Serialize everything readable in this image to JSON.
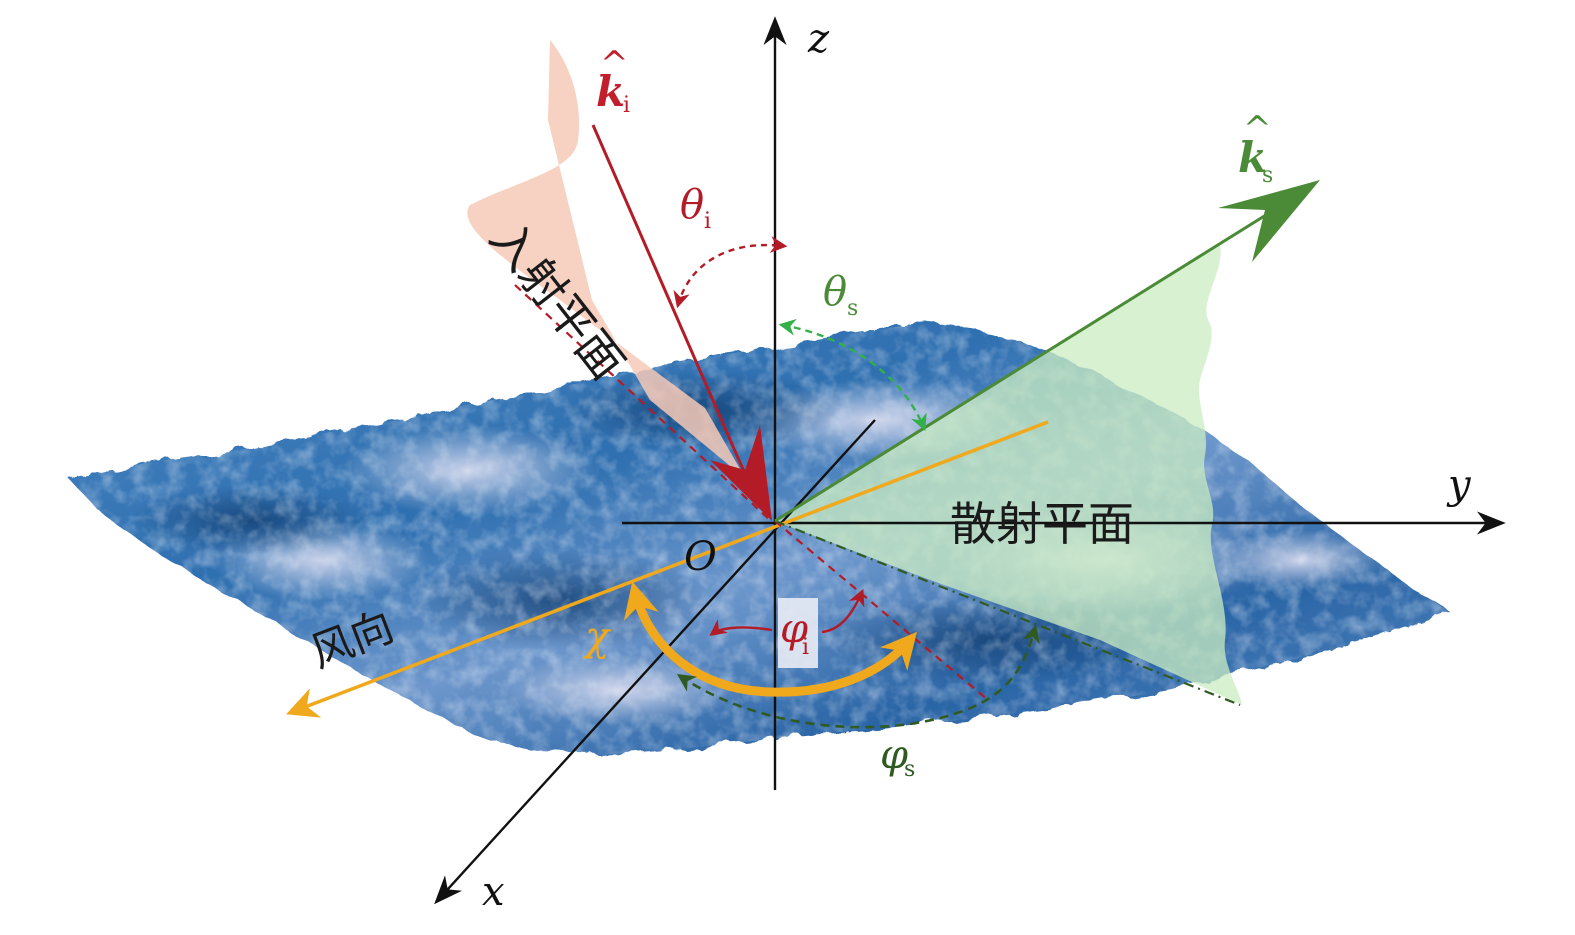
{
  "diagram": {
    "axes": {
      "x": "x",
      "y": "y",
      "z": "z",
      "origin": "O"
    },
    "incident": {
      "vector_symbol": "k",
      "vector_hat": "^",
      "vector_subscript": "i",
      "polar_symbol": "θ",
      "polar_subscript": "i",
      "azimuth_symbol": "φ",
      "azimuth_subscript": "i",
      "plane_label": "入射平面"
    },
    "scattered": {
      "vector_symbol": "k",
      "vector_hat": "^",
      "vector_subscript": "s",
      "polar_symbol": "θ",
      "polar_subscript": "s",
      "azimuth_symbol": "φ",
      "azimuth_subscript": "s",
      "plane_label": "散射平面"
    },
    "wind": {
      "label": "风向",
      "angle_symbol": "χ"
    },
    "colors": {
      "incident": "#c21f2c",
      "incident_plane": "#f6c9b7",
      "scattered": "#4b8a36",
      "scattered_dash": "#33b04a",
      "scattered_plane": "#c9ecc2",
      "wind": "#f0a81c",
      "axis": "#111111",
      "sea_deep": "#1d5a97",
      "sea_mid": "#3f80bf",
      "sea_light": "#c9d9ef"
    }
  }
}
